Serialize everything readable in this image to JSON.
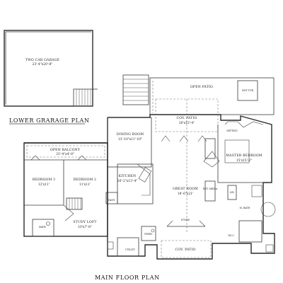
{
  "plans": {
    "lower_caption": "LOWER GRARAGE PLAN",
    "main_caption": "MAIN FLOOR PLAN"
  },
  "rooms": {
    "garage": {
      "name": "TWO CAR GARAGE",
      "dim": "23'-4\"x20'-8\""
    },
    "open_patio": {
      "name": "OPEN PATIO"
    },
    "hot_tub": {
      "name": "HOT TUB"
    },
    "cov_patio_top": {
      "name": "COV. PATIO",
      "dim": "20'x13'-4\""
    },
    "setting": {
      "name": "SETTING"
    },
    "master_bedroom": {
      "name": "MASTER BEDROOM",
      "dim": "15'x15'-2\""
    },
    "dining_room": {
      "name": "DINING ROOM",
      "dim": "13'-10\"x11'-10\""
    },
    "open_balcony": {
      "name": "OPEN BALCONY",
      "dim": "23'-4\"x4'-8\""
    },
    "bedroom3": {
      "name": "BEDROOM 3",
      "dim": "12'x11'"
    },
    "bedroom2": {
      "name": "BEDROOM 2",
      "dim": "11'x11'"
    },
    "kitchen": {
      "name": "KITCHEN",
      "dim": "16'-2\"x13'-4\""
    },
    "great_room": {
      "name": "GREAT ROOM",
      "dim": "18'-6\"x21'"
    },
    "study_loft": {
      "name": "STUDY LOFT",
      "dim": "10'x7'-8\""
    },
    "foyer": {
      "name": "FOYER"
    },
    "cov_patio_bottom": {
      "name": "COV. PATIO"
    },
    "m_bath": {
      "name": "M. BATH"
    },
    "wic": {
      "name": "W.I.C."
    },
    "utility": {
      "name": "UTILITY"
    },
    "pantry": {
      "name": "PANT."
    },
    "bath": {
      "name": "BATH"
    },
    "pwdr": {
      "name": "PWDR."
    },
    "lin": {
      "name": "LIN."
    },
    "ent_media": {
      "name": "ENT. MEDIA"
    }
  }
}
